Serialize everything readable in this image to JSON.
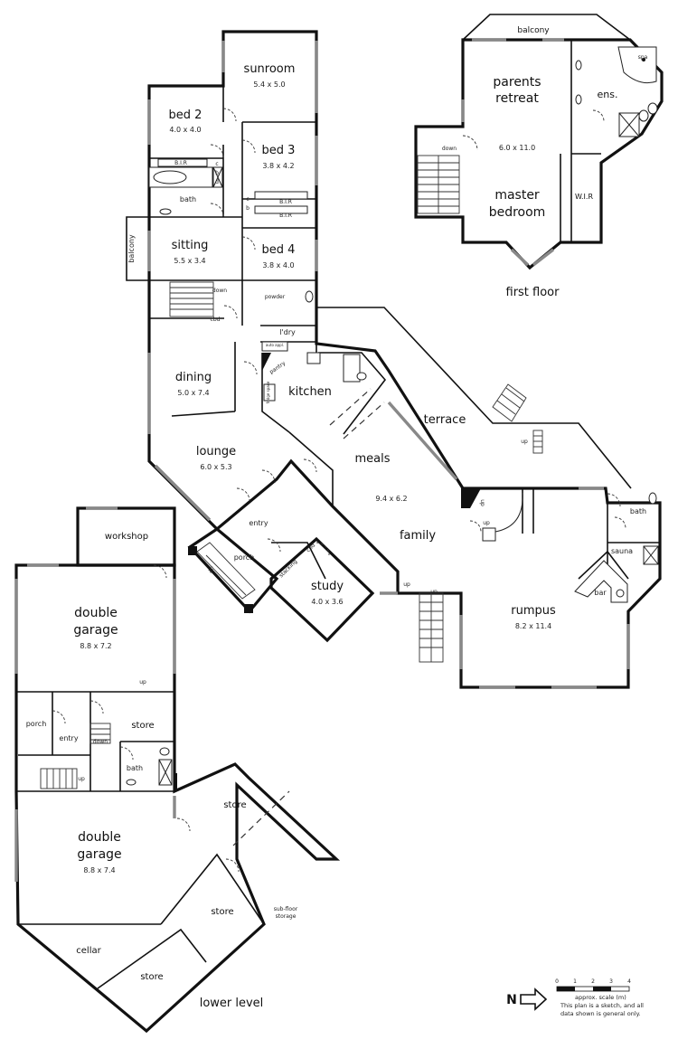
{
  "levels": {
    "first_floor": "first floor",
    "lower_level": "lower level"
  },
  "rooms": {
    "sunroom": {
      "name": "sunroom",
      "dim": "5.4 x 5.0"
    },
    "bed2": {
      "name": "bed 2",
      "dim": "4.0 x 4.0"
    },
    "bed3": {
      "name": "bed 3",
      "dim": "3.8 x 4.2"
    },
    "bed4": {
      "name": "bed 4",
      "dim": "3.8 x 4.0"
    },
    "sitting": {
      "name": "sitting",
      "dim": "5.5 x 3.4"
    },
    "dining": {
      "name": "dining",
      "dim": "5.0 x 7.4"
    },
    "lounge": {
      "name": "lounge",
      "dim": "6.0 x 5.3"
    },
    "meals": {
      "name": "meals",
      "dim": "9.4 x 6.2"
    },
    "study": {
      "name": "study",
      "dim": "4.0 x 3.6"
    },
    "rumpus": {
      "name": "rumpus",
      "dim": "8.2 x 11.4"
    },
    "parents_retreat": {
      "line1": "parents",
      "line2": "retreat",
      "dim": "6.0 x 11.0"
    },
    "master_bedroom": {
      "line1": "master",
      "line2": "bedroom"
    },
    "garage_upper": {
      "line1": "double",
      "line2": "garage",
      "dim": "8.8 x 7.2"
    },
    "garage_lower": {
      "line1": "double",
      "line2": "garage",
      "dim": "8.8 x 7.4"
    }
  },
  "labels": {
    "kitchen": "kitchen",
    "terrace": "terrace",
    "family": "family",
    "bath": "bath",
    "balcony": "balcony",
    "ens": "ens.",
    "wir": "W.I.R",
    "spa": "spa",
    "down": "down",
    "up": "up",
    "bir": "B.I.R",
    "powder": "powder",
    "cbd": "cbd",
    "ldry": "l'dry",
    "pantry": "pantry",
    "entry": "entry",
    "porch": "porch",
    "workshop": "workshop",
    "store": "store",
    "sauna": "sauna",
    "bar": "bar",
    "cellar": "cellar",
    "sub_floor_storage_1": "sub-floor",
    "sub_floor_storage_2": "storage",
    "c": "c",
    "b": "b",
    "d": "d",
    "auto_appliances": "auto appl.",
    "fridge_space": "fridge space",
    "stacking": "stacking",
    "cbd_small": "cbd"
  },
  "scale": {
    "ticks": [
      "0",
      "1",
      "2",
      "3",
      "4"
    ],
    "caption": "approx. scale (m)",
    "note_line1": "This plan is a sketch, and all",
    "note_line2": "data shown is general only.",
    "north": "N"
  }
}
